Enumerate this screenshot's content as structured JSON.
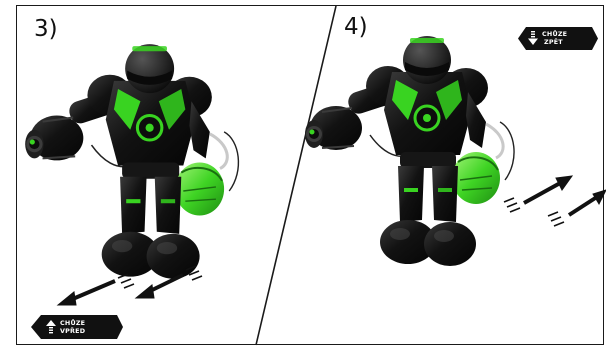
{
  "panels": [
    {
      "step_label": "3)",
      "badge": {
        "line1": "CHŮZE",
        "line2": "VPŘED",
        "icon": "arrow-up-icon"
      },
      "direction": "forward"
    },
    {
      "step_label": "4)",
      "badge": {
        "line1": "CHŮZE",
        "line2": "ZPĚT",
        "icon": "arrow-down-icon"
      },
      "direction": "backward"
    }
  ],
  "colors": {
    "robot_body": "#111111",
    "accent_green": "#39d321",
    "badge_bg": "#111111",
    "frame": "#1a1a1a"
  }
}
